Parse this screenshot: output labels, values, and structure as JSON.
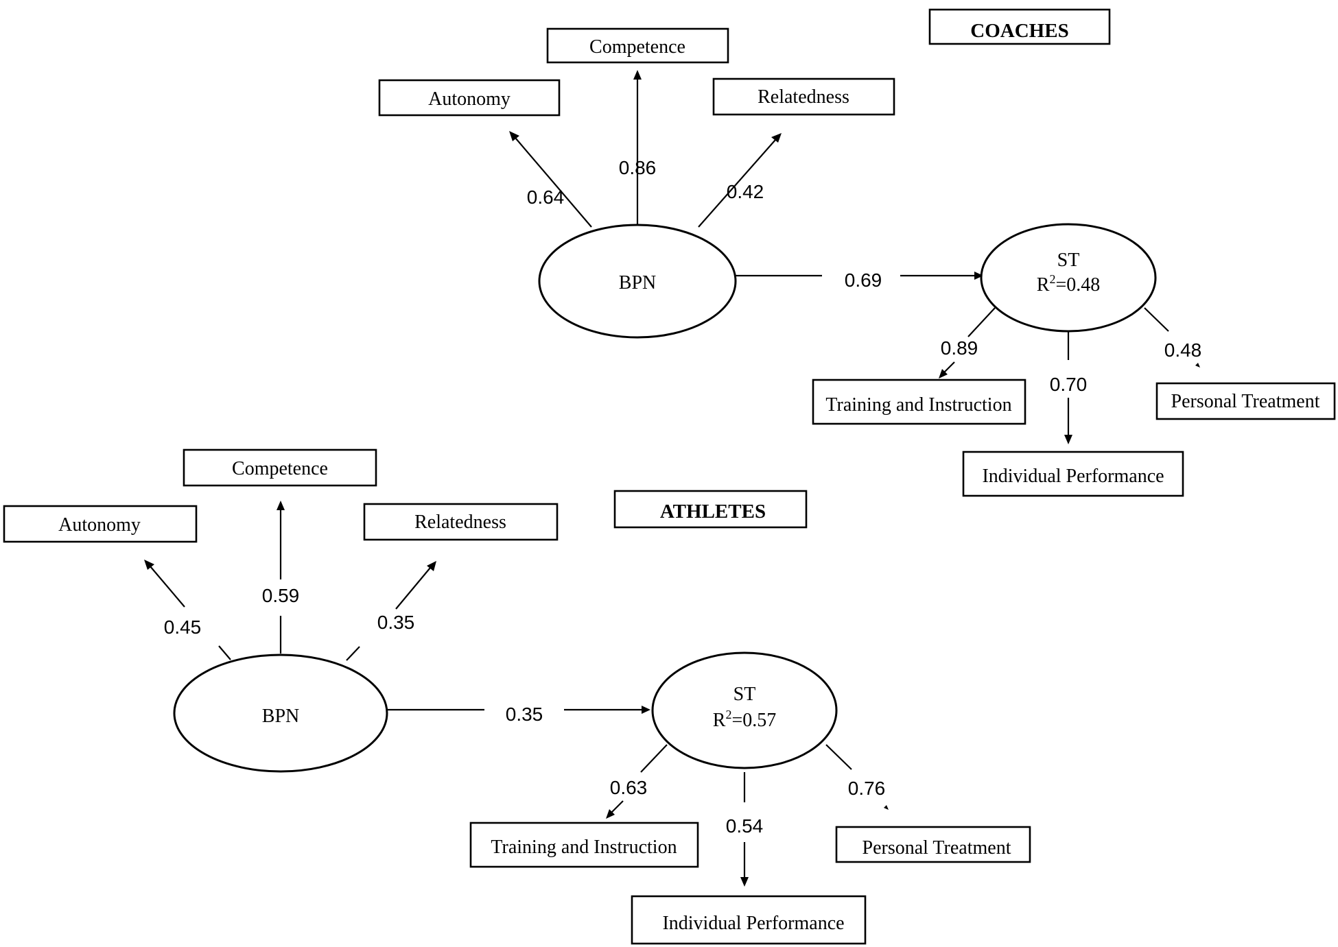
{
  "coaches": {
    "group_label": "COACHES",
    "needs": {
      "autonomy": "Autonomy",
      "competence": "Competence",
      "relatedness": "Relatedness"
    },
    "loadings": {
      "autonomy": "0.64",
      "competence": "0.86",
      "relatedness": "0.42"
    },
    "bpn_label": "BPN",
    "path_coefficient": "0.69",
    "st_label": "ST",
    "r2_prefix": "R",
    "r2_sup": "2",
    "r2_value": "=0.48",
    "outcomes": {
      "training": "Training and Instruction",
      "individual": "Individual Performance",
      "personal": "Personal Treatment"
    },
    "outcome_loadings": {
      "training": "0.89",
      "individual": "0.70",
      "personal": "0.48"
    }
  },
  "athletes": {
    "group_label": "ATHLETES",
    "needs": {
      "autonomy": "Autonomy",
      "competence": "Competence",
      "relatedness": "Relatedness"
    },
    "loadings": {
      "autonomy": "0.45",
      "competence": "0.59",
      "relatedness": "0.35"
    },
    "bpn_label": "BPN",
    "path_coefficient": "0.35",
    "st_label": "ST",
    "r2_prefix": "R",
    "r2_sup": "2",
    "r2_value": "=0.57",
    "outcomes": {
      "training": "Training and Instruction",
      "individual": "Individual Performance",
      "personal": "Personal Treatment"
    },
    "outcome_loadings": {
      "training": "0.63",
      "individual": "0.54",
      "personal": "0.76"
    }
  }
}
